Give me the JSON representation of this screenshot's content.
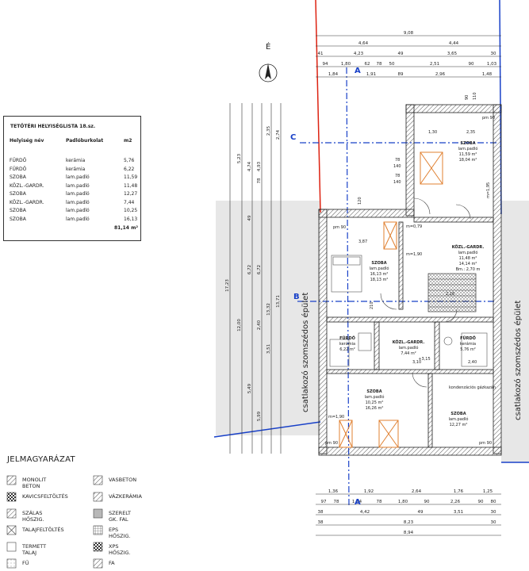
{
  "room_table": {
    "title": "TETŐTÉRI HELYISÉGLISTA 18.sz.",
    "headers": [
      "Helyiség név",
      "Padlóburkolat",
      "m2"
    ],
    "rows": [
      {
        "name": "FÜRDŐ",
        "floor": "kerámia",
        "area": "5,76"
      },
      {
        "name": "FÜRDŐ",
        "floor": "kerámia",
        "area": "6,22"
      },
      {
        "name": "SZOBA",
        "floor": "lam.padló",
        "area": "11,59"
      },
      {
        "name": "KÖZL.-GARDR.",
        "floor": "lam.padló",
        "area": "11,48"
      },
      {
        "name": "SZOBA",
        "floor": "lam.padló",
        "area": "12,27"
      },
      {
        "name": "KÖZL.-GARDR.",
        "floor": "lam.padló",
        "area": "7,44"
      },
      {
        "name": "SZOBA",
        "floor": "lam.padló",
        "area": "10,25"
      },
      {
        "name": "SZOBA",
        "floor": "lam.padló",
        "area": "16,13"
      }
    ],
    "total": "81,14 m²"
  },
  "legend": {
    "title": "JELMAGYARÁZAT",
    "left": [
      "MONOLIT BETON",
      "KAVICSFELTÖLTÉS",
      "SZÁLAS HŐSZIG.",
      "TALAJFELTÖLTÉS",
      "TERMETT TALAJ",
      "FŰ"
    ],
    "right": [
      "VASBETON",
      "VÁZKERÁMIA",
      "SZERELT GK. FAL",
      "EPS HŐSZIG.",
      "XPS HŐSZIG.",
      "FA"
    ]
  },
  "north": "É",
  "sections": {
    "a_top": "A",
    "a_bottom": "A",
    "b": "B",
    "c": "C"
  },
  "neighbor_label": "csatlakozó szomszédos épület",
  "dims_top": {
    "r1": [
      "9,08"
    ],
    "r2": [
      "4,64",
      "4,44"
    ],
    "r3": [
      "41",
      "4,23",
      "49",
      "3,65",
      "30"
    ],
    "r4": [
      "94",
      "1,80",
      "62",
      "78",
      "50",
      "2,51",
      "90",
      "1,03"
    ],
    "r5": [
      "1,84",
      "1,91",
      "89",
      "2,96",
      "1,48"
    ]
  },
  "dims_bottom": {
    "r1": [
      "1,36",
      "1,92",
      "2,64",
      "1,76",
      "1,25"
    ],
    "r2": [
      "97",
      "78",
      "1,14",
      "78",
      "1,80",
      "90",
      "2,26",
      "90",
      "80"
    ],
    "r3": [
      "38",
      "4,42",
      "49",
      "3,51",
      "30"
    ],
    "r4": [
      "38",
      "8,23",
      "30"
    ],
    "r5": [
      "8,94"
    ]
  },
  "dims_left": {
    "d1": "17,23",
    "d2": "5,23",
    "d3": "12,00",
    "d4": "6,72",
    "d5": "13,32",
    "d6": "13,71",
    "d7": "4,74",
    "d8": "4,93",
    "d9": "2,35",
    "d10": "2,74",
    "d11": "2,40",
    "d12": "5,49",
    "d13": "5,99",
    "d14": "78",
    "d15": "49",
    "d16": "6,72",
    "d17": "3,51"
  },
  "rooms": [
    {
      "name": "SZOBA",
      "floor": "lam.padló",
      "a1": "11,59 m²",
      "a2": "18,04 m²"
    },
    {
      "name": "SZOBA",
      "floor": "lam.padló",
      "a1": "16,13 m²",
      "a2": "18,13 m²"
    },
    {
      "name": "KÖZL.-GARDR.",
      "floor": "lam.padló",
      "a1": "11,48 m²",
      "a2": "14,14 m²",
      "a3": "Bm.: 2,70 m"
    },
    {
      "name": "FÜRDŐ",
      "floor": "kerámia",
      "a1": "6,22 m²"
    },
    {
      "name": "KÖZL.-GARDR.",
      "floor": "lam.padló",
      "a1": "7,44 m²",
      "a2": "+3,15"
    },
    {
      "name": "FÜRDŐ",
      "floor": "kerámia",
      "a1": "5,76 m²"
    },
    {
      "name": "SZOBA",
      "floor": "lam.padló",
      "a1": "10,25 m²",
      "a2": "16,26 m²"
    },
    {
      "name": "SZOBA",
      "floor": "lam.padló",
      "a1": "12,27 m²"
    }
  ],
  "annotations": {
    "pm90_1": "pm 90",
    "pm90_2": "pm 90",
    "pm90_3": "pm 90",
    "pm90_4": "pm 90",
    "m079": "m=0,79",
    "m190a": "m=1,90",
    "m190b": "m=1,90",
    "m190c": "m=1,95",
    "kondenz": "kondenzációs gázkazán",
    "w1": "78",
    "w2": "140",
    "w3": "78",
    "w4": "140",
    "d387": "3,87",
    "d310": "3,10",
    "d240": "2,40",
    "d216": "2,16",
    "d130": "1,30",
    "d235": "2,35",
    "d110": "110",
    "d120": "120",
    "d210": "210",
    "d90": "90"
  }
}
